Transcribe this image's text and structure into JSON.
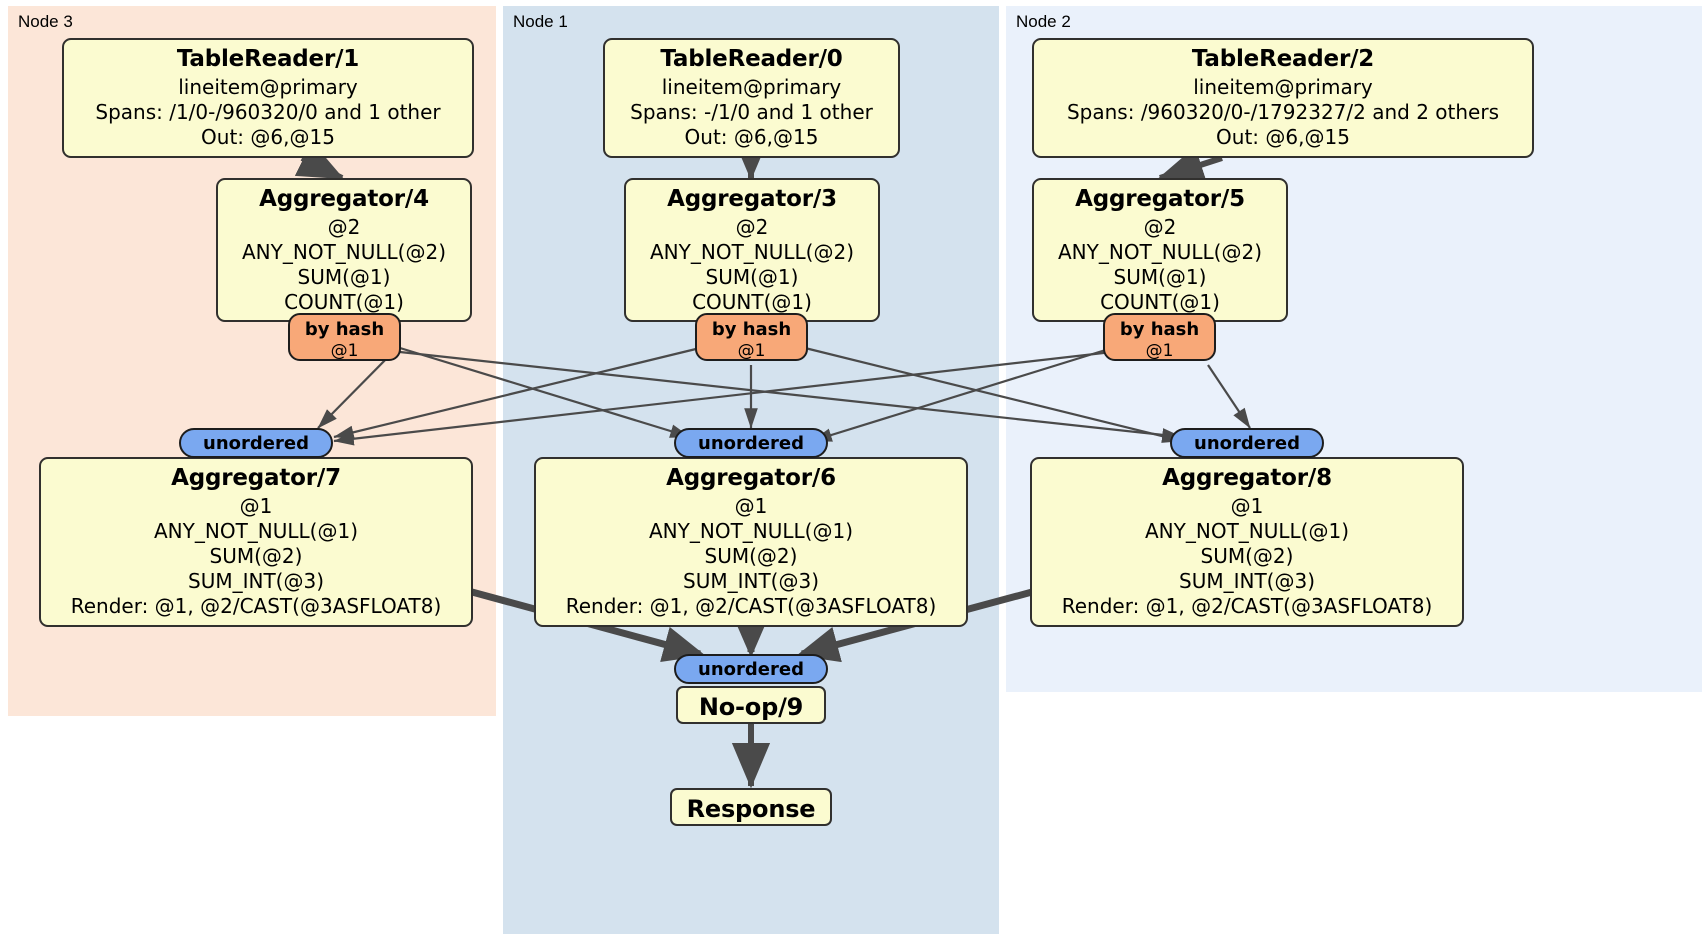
{
  "diagram": {
    "type": "distributed-query-plan",
    "panels": [
      {
        "id": "node3",
        "label": "Node 3",
        "color": "#fce6d8"
      },
      {
        "id": "node1",
        "label": "Node 1",
        "color": "#d4e2ee"
      },
      {
        "id": "node2",
        "label": "Node 2",
        "color": "#eaf1fb"
      }
    ],
    "processors": [
      {
        "id": "tr1",
        "title": "TableReader/1",
        "lines": [
          "lineitem@primary",
          "Spans: /1/0-/960320/0 and 1 other",
          "Out: @6,@15"
        ]
      },
      {
        "id": "tr0",
        "title": "TableReader/0",
        "lines": [
          "lineitem@primary",
          "Spans: -/1/0 and 1 other",
          "Out: @6,@15"
        ]
      },
      {
        "id": "tr2",
        "title": "TableReader/2",
        "lines": [
          "lineitem@primary",
          "Spans: /960320/0-/1792327/2 and 2 others",
          "Out: @6,@15"
        ]
      },
      {
        "id": "agg4",
        "title": "Aggregator/4",
        "lines": [
          "@2",
          "ANY_NOT_NULL(@2)",
          "SUM(@1)",
          "COUNT(@1)"
        ]
      },
      {
        "id": "agg3",
        "title": "Aggregator/3",
        "lines": [
          "@2",
          "ANY_NOT_NULL(@2)",
          "SUM(@1)",
          "COUNT(@1)"
        ]
      },
      {
        "id": "agg5",
        "title": "Aggregator/5",
        "lines": [
          "@2",
          "ANY_NOT_NULL(@2)",
          "SUM(@1)",
          "COUNT(@1)"
        ]
      },
      {
        "id": "agg7",
        "title": "Aggregator/7",
        "lines": [
          "@1",
          "ANY_NOT_NULL(@1)",
          "SUM(@2)",
          "SUM_INT(@3)",
          "Render: @1, @2/CAST(@3ASFLOAT8)"
        ]
      },
      {
        "id": "agg6",
        "title": "Aggregator/6",
        "lines": [
          "@1",
          "ANY_NOT_NULL(@1)",
          "SUM(@2)",
          "SUM_INT(@3)",
          "Render: @1, @2/CAST(@3ASFLOAT8)"
        ]
      },
      {
        "id": "agg8",
        "title": "Aggregator/8",
        "lines": [
          "@1",
          "ANY_NOT_NULL(@1)",
          "SUM(@2)",
          "SUM_INT(@3)",
          "Render: @1, @2/CAST(@3ASFLOAT8)"
        ]
      },
      {
        "id": "noop9",
        "title": "No-op/9",
        "lines": []
      },
      {
        "id": "response",
        "title": "Response",
        "lines": []
      }
    ],
    "badges": [
      {
        "id": "hash4",
        "label": "by hash",
        "sub": "@1",
        "kind": "hash"
      },
      {
        "id": "hash3",
        "label": "by hash",
        "sub": "@1",
        "kind": "hash"
      },
      {
        "id": "hash5",
        "label": "by hash",
        "sub": "@1",
        "kind": "hash"
      },
      {
        "id": "unord7",
        "label": "unordered",
        "kind": "unordered"
      },
      {
        "id": "unord6",
        "label": "unordered",
        "kind": "unordered"
      },
      {
        "id": "unord8",
        "label": "unordered",
        "kind": "unordered"
      },
      {
        "id": "unord9",
        "label": "unordered",
        "kind": "unordered"
      }
    ],
    "colors": {
      "node3_panel": "#fce6d8",
      "node1_panel": "#d4e2ee",
      "node2_panel": "#eaf1fb",
      "processor_fill": "#fbfbd0",
      "processor_border": "#31302e",
      "hash_fill": "#f8a878",
      "unordered_fill": "#7aa8f0",
      "edge": "#4a4a4a"
    }
  }
}
